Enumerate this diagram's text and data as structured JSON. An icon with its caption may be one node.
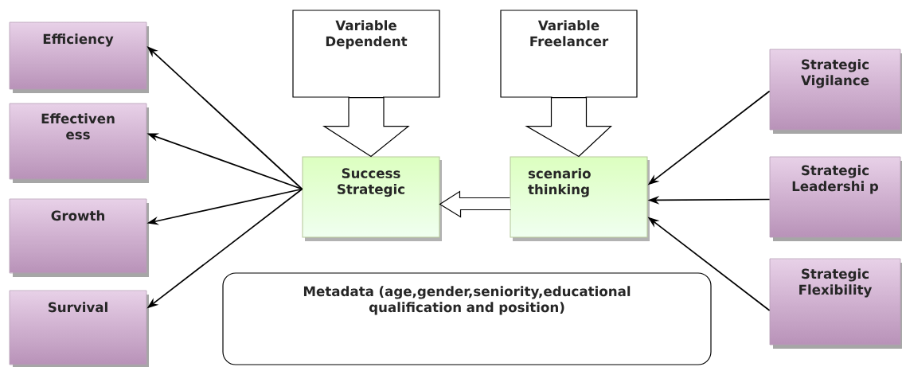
{
  "diagram": {
    "nodes": [
      {
        "text": [
          "Efficiency"
        ]
      },
      {
        "text": [
          "Effectiven ess"
        ]
      },
      {
        "text": [
          "Growth"
        ]
      },
      {
        "text": [
          "Survival"
        ]
      },
      {
        "text": [
          "Variable Dependent"
        ]
      },
      {
        "text": [
          "Variable Freelancer"
        ]
      },
      {
        "text": [
          "Success Strategic"
        ]
      },
      {
        "text": [
          "scenario thinking"
        ]
      },
      {
        "text": [
          "Strategic Vigilance"
        ]
      },
      {
        "text": [
          "Strategic Leadershi p"
        ]
      },
      {
        "text": [
          "Strategic Flexibility"
        ]
      },
      {
        "text": [
          "Metadata (age,gender,seniority,educational qualification and position)"
        ]
      }
    ],
    "edges": [
      {
        "from": 6,
        "to": 0,
        "arrow": "to"
      },
      {
        "from": 6,
        "to": 1,
        "arrow": "to"
      },
      {
        "from": 6,
        "to": 2,
        "arrow": "to"
      },
      {
        "from": 6,
        "to": 3,
        "arrow": "to"
      },
      {
        "from": 4,
        "to": 6,
        "arrow": "to"
      },
      {
        "from": 5,
        "to": 7,
        "arrow": "to"
      },
      {
        "from": 7,
        "to": 6,
        "arrow": "to"
      },
      {
        "from": 8,
        "to": 7,
        "arrow": "to"
      },
      {
        "from": 9,
        "to": 7,
        "arrow": "to"
      },
      {
        "from": 10,
        "to": 7,
        "arrow": "to"
      }
    ]
  }
}
